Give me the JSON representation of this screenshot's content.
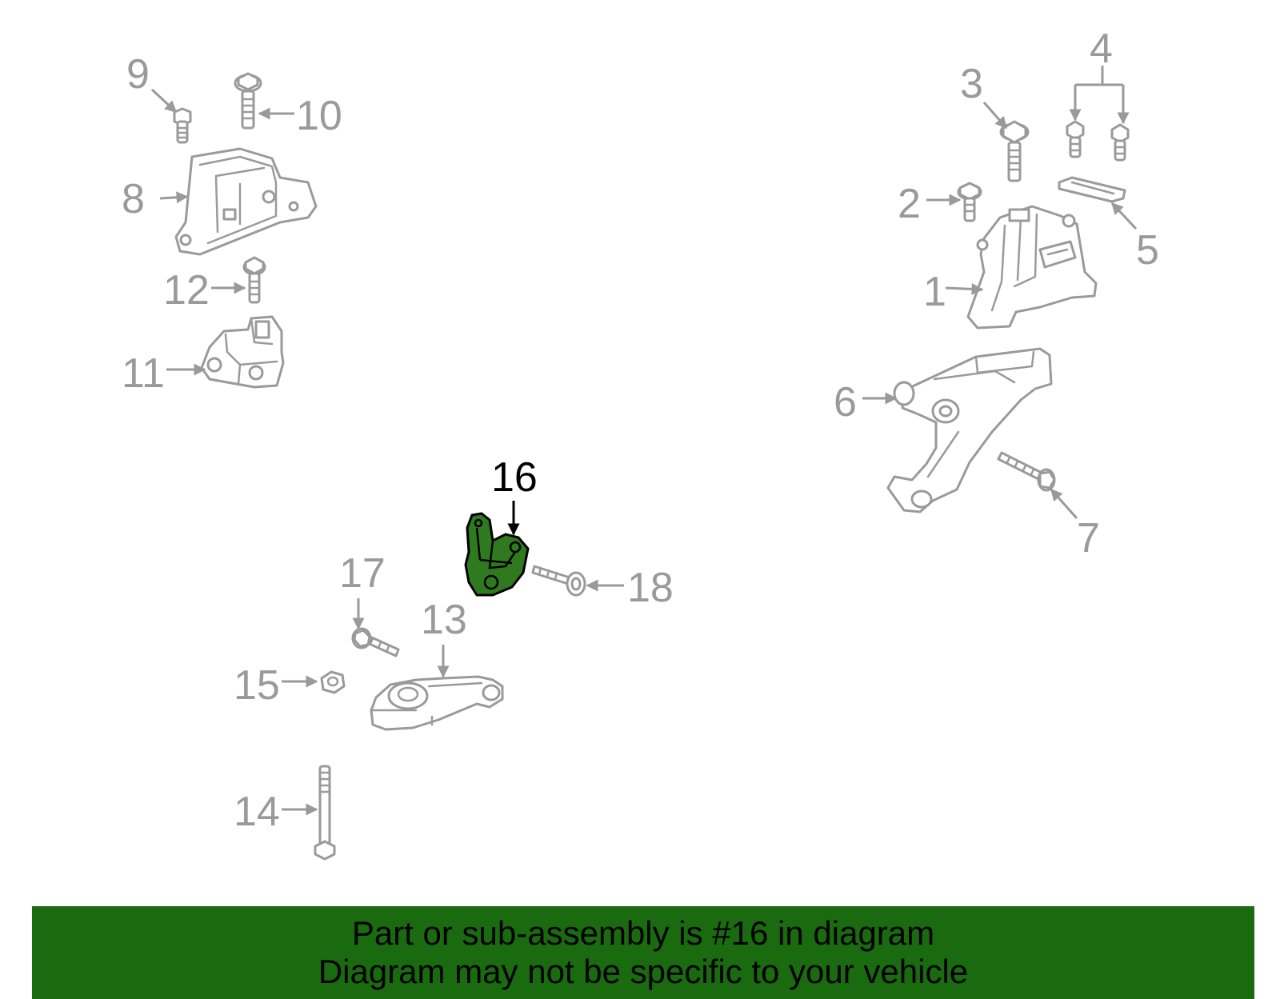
{
  "diagram": {
    "highlight_color": "#2f7a1f",
    "part_color": "#9a9a9a",
    "callouts": [
      {
        "id": 1,
        "label": "1"
      },
      {
        "id": 2,
        "label": "2"
      },
      {
        "id": 3,
        "label": "3"
      },
      {
        "id": 4,
        "label": "4"
      },
      {
        "id": 5,
        "label": "5"
      },
      {
        "id": 6,
        "label": "6"
      },
      {
        "id": 7,
        "label": "7"
      },
      {
        "id": 8,
        "label": "8"
      },
      {
        "id": 9,
        "label": "9"
      },
      {
        "id": 10,
        "label": "10"
      },
      {
        "id": 11,
        "label": "11"
      },
      {
        "id": 12,
        "label": "12"
      },
      {
        "id": 13,
        "label": "13"
      },
      {
        "id": 14,
        "label": "14"
      },
      {
        "id": 15,
        "label": "15"
      },
      {
        "id": 16,
        "label": "16"
      },
      {
        "id": 17,
        "label": "17"
      },
      {
        "id": 18,
        "label": "18"
      }
    ],
    "highlighted_part": "16"
  },
  "banner": {
    "color": "#1a6b0f",
    "line1": "Part or sub-assembly is #16 in diagram",
    "line2": "Diagram may not be specific to your vehicle"
  }
}
